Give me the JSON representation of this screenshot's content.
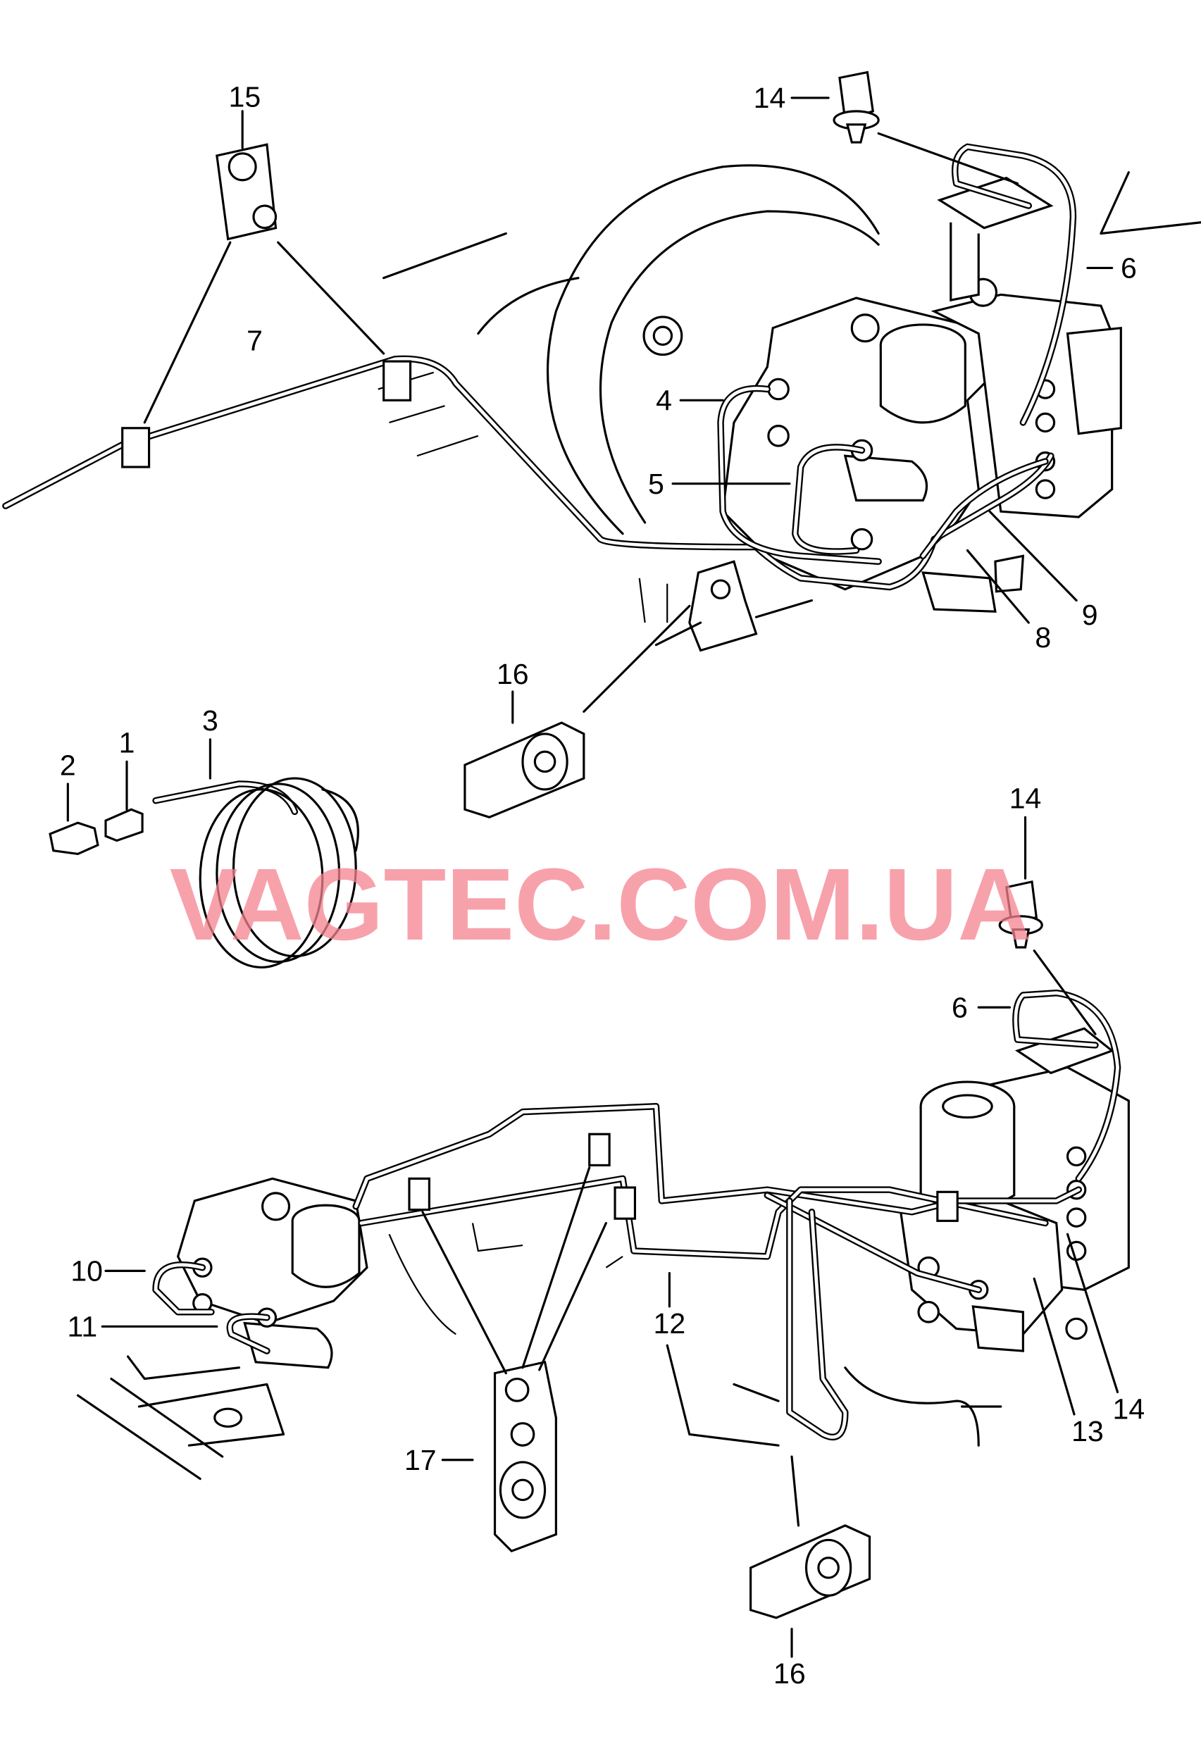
{
  "diagram": {
    "watermark": "VAGTEC.COM.UA",
    "callouts": {
      "c15_top": "15",
      "c14_top": "14",
      "c6_top": "6",
      "c7": "7",
      "c4": "4",
      "c5": "5",
      "c9": "9",
      "c8": "8",
      "c16_top": "16",
      "c3": "3",
      "c1": "1",
      "c2": "2",
      "c14_mid": "14",
      "c6_bot": "6",
      "c10": "10",
      "c11": "11",
      "c12": "12",
      "c17": "17",
      "c13": "13",
      "c14_bot": "14",
      "c16_bot": "16"
    }
  }
}
